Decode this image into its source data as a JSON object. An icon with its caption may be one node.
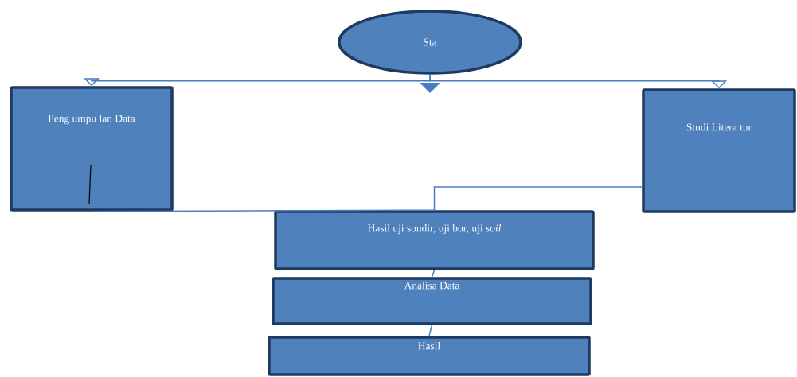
{
  "diagram": {
    "nodes": [
      {
        "text": [
          "Sta"
        ]
      },
      {
        "text": [
          "Peng umpu lan Data"
        ]
      },
      {
        "text": [
          "Studi Litera tur"
        ]
      },
      {
        "text": [
          "Hasil uji sondir, uji bor, uji *soil*"
        ]
      },
      {
        "text": [
          "Analisa Data"
        ]
      },
      {
        "text": [
          "Hasil"
        ]
      }
    ],
    "edges": [
      {
        "from": 0,
        "to": 1,
        "arrow": "to"
      },
      {
        "from": 0,
        "to": 2,
        "arrow": "to"
      },
      {
        "from": 1,
        "to": 3,
        "arrow": "none"
      },
      {
        "from": 2,
        "to": 3,
        "arrow": "none"
      },
      {
        "from": 3,
        "to": 4,
        "arrow": "none"
      },
      {
        "from": 4,
        "to": 5,
        "arrow": "none"
      }
    ]
  }
}
